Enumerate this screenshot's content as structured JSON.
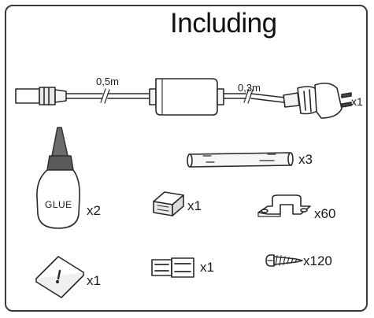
{
  "title": "Including",
  "cable": {
    "length_left": "0,5m",
    "length_right": "0,3m",
    "qty": "x1"
  },
  "items": {
    "glue": {
      "label": "GLUE",
      "qty": "x2"
    },
    "profile": {
      "qty": "x3"
    },
    "end_cap": {
      "qty": "x1"
    },
    "bracket": {
      "qty": "x60"
    },
    "manual": {
      "qty": "x1"
    },
    "connector": {
      "qty": "x1"
    },
    "screw": {
      "qty": "x120"
    }
  }
}
